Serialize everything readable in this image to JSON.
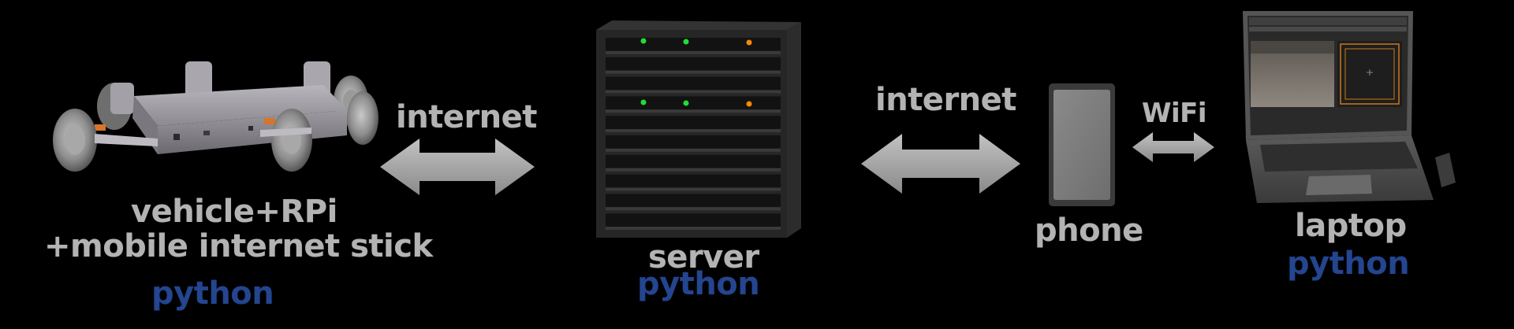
{
  "labels": {
    "vehicle_line1": "vehicle+RPi",
    "vehicle_line2": "+mobile internet stick",
    "vehicle_lang": "python",
    "link_internet_1": "internet",
    "server": "server",
    "server_lang": "python",
    "link_internet_2": "internet",
    "phone": "phone",
    "link_wifi": "WiFi",
    "laptop": "laptop",
    "laptop_lang": "python"
  },
  "colors": {
    "background": "#000000",
    "label_grey": "#b3b3b3",
    "language_blue": "#24458f",
    "arrow_grey": "#a8a8a8",
    "led_green": "#22dd33",
    "led_orange": "#ff8800"
  },
  "icons": {
    "vehicle": "rc-car-chassis-icon",
    "server": "server-rack-icon",
    "phone": "smartphone-icon",
    "laptop": "laptop-icon",
    "arrow": "double-headed-arrow-icon",
    "usb_stick": "usb-stick-icon"
  }
}
